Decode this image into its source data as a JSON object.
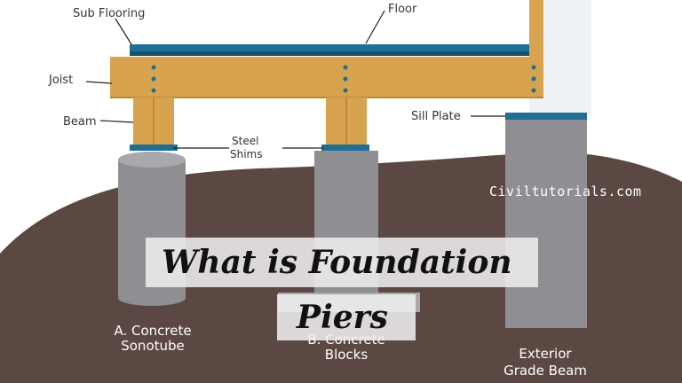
{
  "labels": {
    "sub_flooring": "Sub Flooring",
    "floor": "Floor",
    "joist": "Joist",
    "beam": "Beam",
    "sill_plate": "Sill Plate",
    "steel_shims_1": "Steel",
    "steel_shims_2": "Shims",
    "sonotube_1": "A. Concrete",
    "sonotube_2": "Sonotube",
    "blocks_1": "B. Concrete",
    "blocks_2": "Blocks",
    "grade_beam_1": "Exterior",
    "grade_beam_2": "Grade Beam"
  },
  "watermark": "Civiltutorials.com",
  "title": {
    "line1": "What is Foundation",
    "line2": "Piers"
  },
  "colors": {
    "soil": "#5b4843",
    "wood": "#d8a34e",
    "wood_dark": "#b9883a",
    "concrete": "#8f8f93",
    "concrete_dark": "#6e6e72",
    "floor_blue": "#1f6f94",
    "wall": "#eef2f6"
  }
}
